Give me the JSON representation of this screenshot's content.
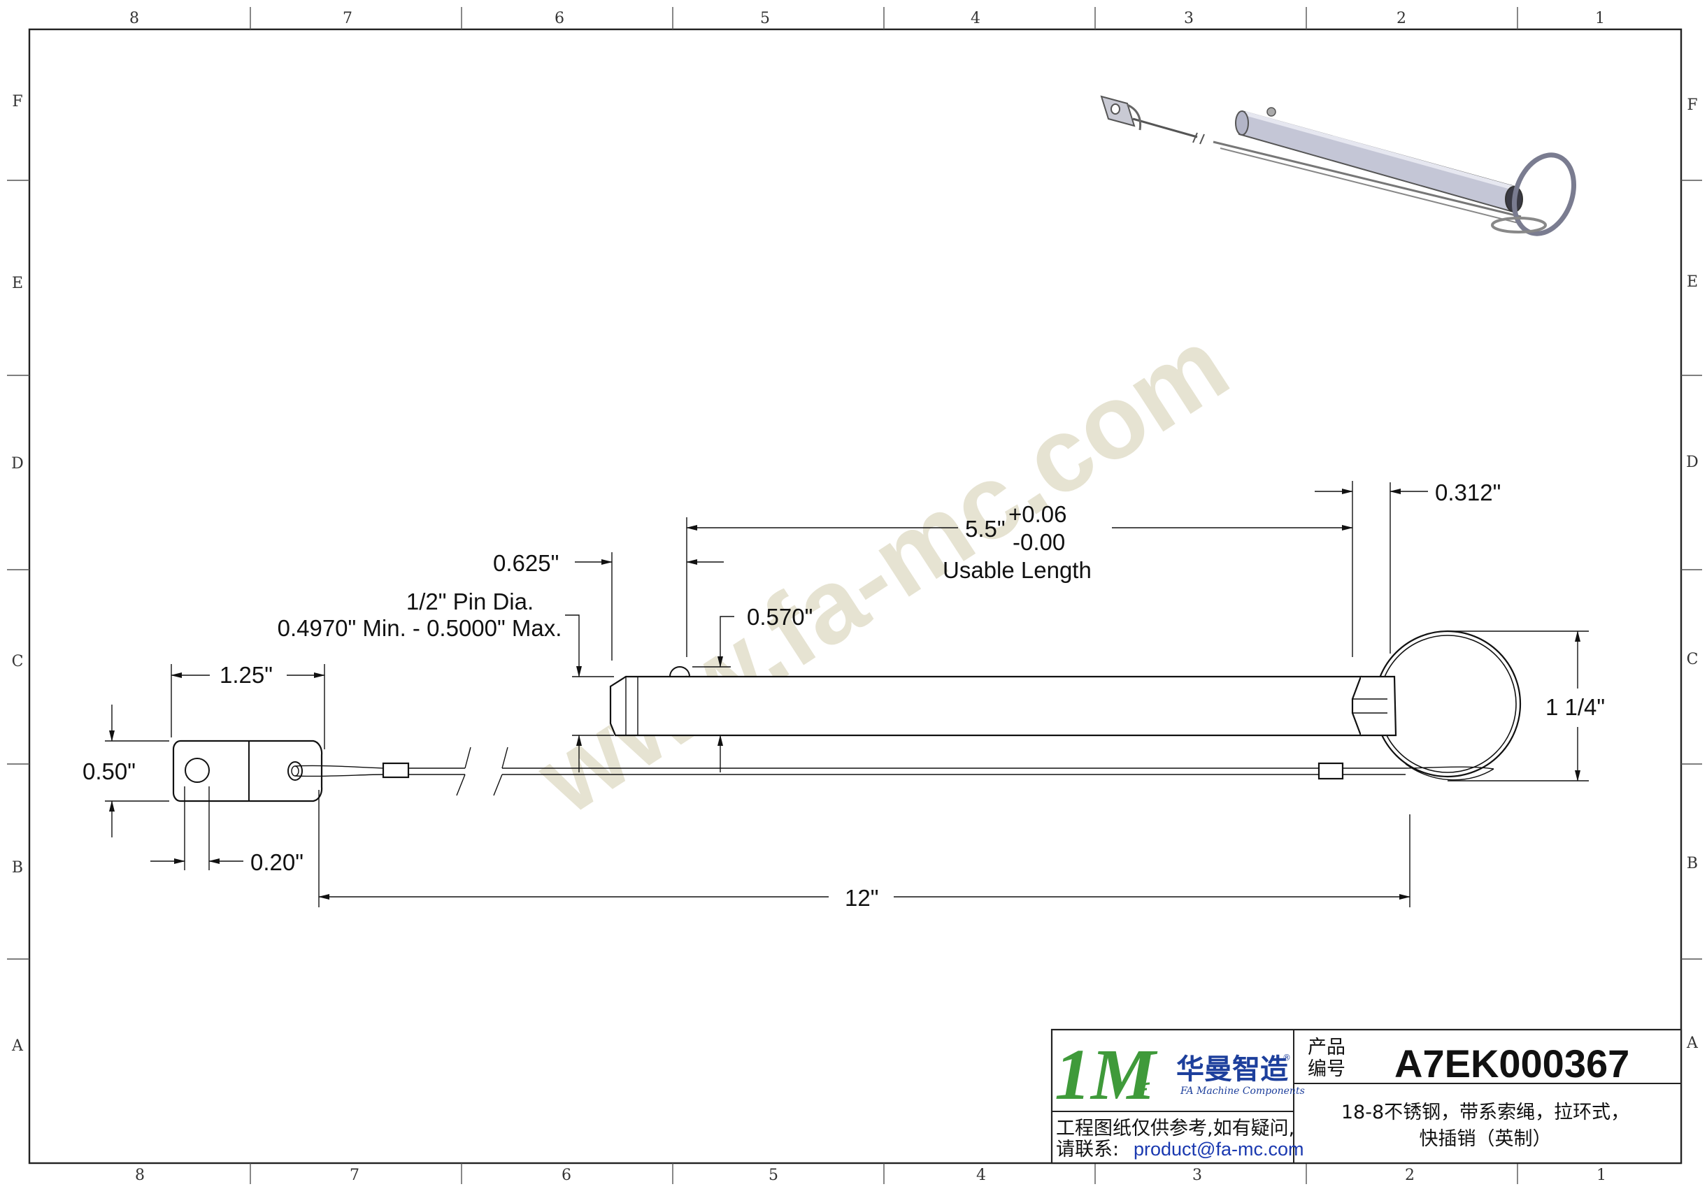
{
  "border": {
    "columns_top": [
      "8",
      "7",
      "6",
      "5",
      "4",
      "3",
      "2",
      "1"
    ],
    "columns_bottom": [
      "8",
      "7",
      "6",
      "5",
      "4",
      "3",
      "2",
      "1"
    ],
    "rows_left": [
      "F",
      "E",
      "D",
      "C",
      "B",
      "A"
    ],
    "rows_right": [
      "F",
      "E",
      "D",
      "C",
      "B",
      "A"
    ]
  },
  "watermark": "www.fa-mc.com",
  "dimensions": {
    "usable_length": "5.5\"",
    "tol_plus": "+0.06",
    "tol_minus": "-0.00",
    "usable_caption": "Usable Length",
    "ring_offset": "0.312\"",
    "chamfer": "0.625\"",
    "pin_dia_line1": "1/2\" Pin Dia.",
    "pin_dia_line2": "0.4970\" Min. - 0.5000\" Max.",
    "ball_offset": "0.570\"",
    "tab_length": "1.25\"",
    "tab_height": "0.50\"",
    "hole_offset": "0.20\"",
    "cable_length": "12\"",
    "ring_dia": "1 1/4\""
  },
  "title_block": {
    "logo_mark": "1M",
    "brand_cn": "华曼智造",
    "brand_en": "FA Machine Components",
    "registered": "®",
    "label_line1": "产品",
    "label_line2": "编号",
    "part_number": "A7EK000367",
    "desc_line1": "18-8不锈钢，带系索绳，拉环式，",
    "desc_line2": "快插销（英制）",
    "note_line1": "工程图纸仅供参考,如有疑问,",
    "note_prefix": "请联系: ",
    "email": "product@fa-mc.com"
  },
  "colors": {
    "logo_green": "#3f9a3a",
    "logo_blue": "#1d3f9c",
    "email_blue": "#1a39b0",
    "watermark": "#e6e3d2"
  }
}
